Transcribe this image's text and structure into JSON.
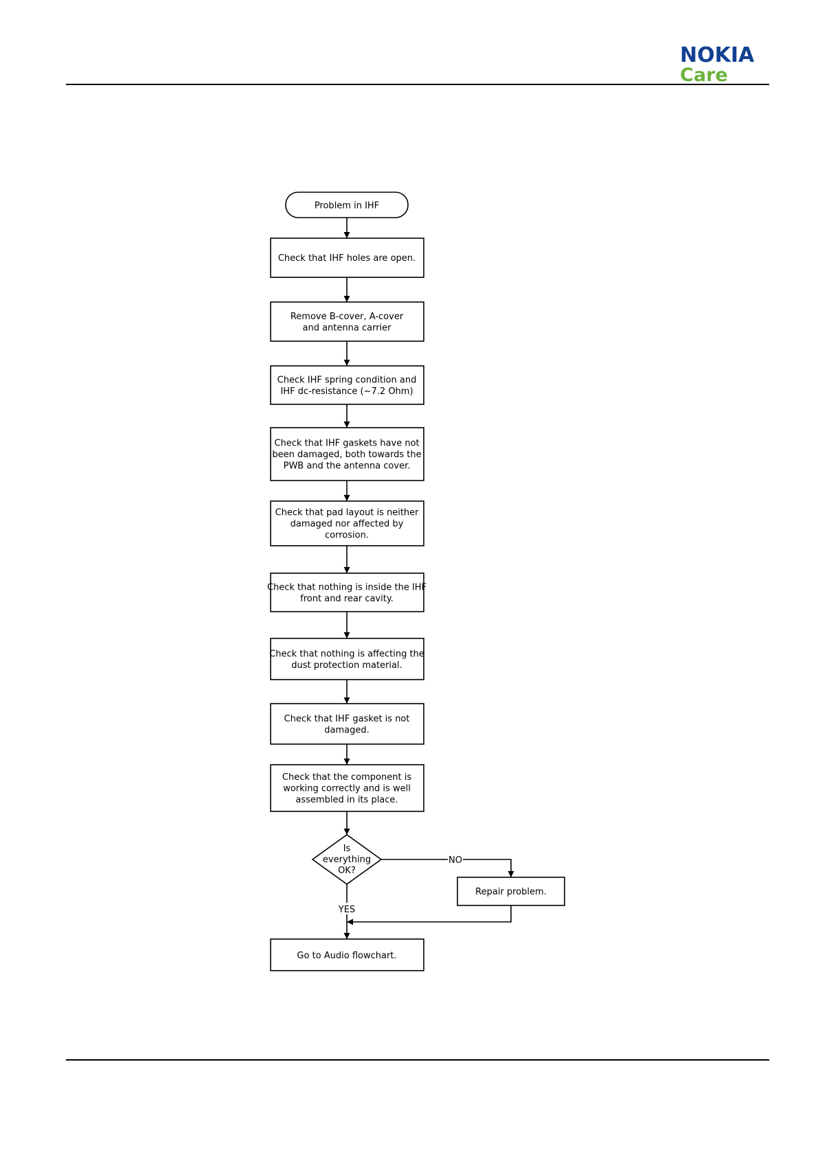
{
  "header": {
    "logo_brand": "NOKIA",
    "logo_sub": "Care",
    "brand_color": "#124191",
    "sub_color": "#6cb33f"
  },
  "flowchart": {
    "start": "Problem in IHF",
    "steps": [
      [
        "Check that IHF holes are open."
      ],
      [
        "Remove B-cover, A-cover",
        "and antenna carrier"
      ],
      [
        "Check IHF spring condition and",
        "IHF dc-resistance (~7.2 Ohm)"
      ],
      [
        "Check that IHF gaskets have not",
        "been damaged, both towards the",
        "PWB and the antenna cover."
      ],
      [
        "Check that pad layout is neither",
        "damaged nor affected by",
        "corrosion."
      ],
      [
        "Check that nothing is inside the IHF",
        "front and rear cavity."
      ],
      [
        "Check that nothing is affecting the",
        "dust protection material."
      ],
      [
        "Check that IHF gasket is not",
        "damaged."
      ],
      [
        "Check that the component is",
        "working correctly and is well",
        "assembled in its place."
      ]
    ],
    "decision": [
      "Is",
      "everything",
      "OK?"
    ],
    "no_label": "NO",
    "yes_label": "YES",
    "repair": "Repair problem.",
    "end": "Go to Audio flowchart."
  }
}
